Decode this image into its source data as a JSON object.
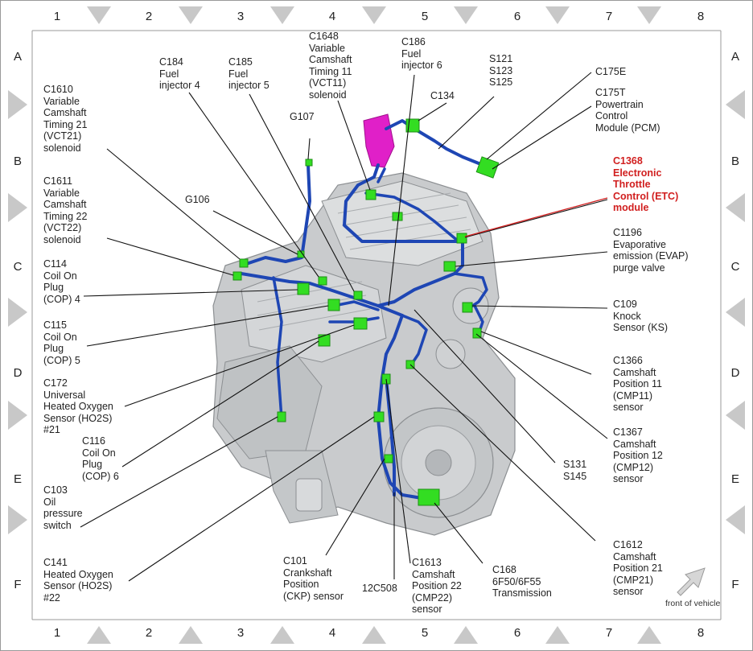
{
  "grid": {
    "columns": [
      "1",
      "2",
      "3",
      "4",
      "5",
      "6",
      "7",
      "8"
    ],
    "rows": [
      "A",
      "B",
      "C",
      "D",
      "E",
      "F"
    ]
  },
  "labels": {
    "c1648": "C1648\nVariable\nCamshaft\nTiming 11\n(VCT11)\nsolenoid",
    "c186": "C186\nFuel\ninjector 6",
    "s121": "S121\nS123\nS125",
    "c134": "C134",
    "c175e": "C175E",
    "c175t": "C175T\nPowertrain\nControl\nModule (PCM)",
    "c184": "C184\nFuel\ninjector 4",
    "c185": "C185\nFuel\ninjector 5",
    "c1610": "C1610\nVariable\nCamshaft\nTiming 21\n(VCT21)\nsolenoid",
    "g107": "G107",
    "c1368": "C1368\nElectronic\nThrottle\nControl (ETC)\nmodule",
    "g106": "G106",
    "c1611": "C1611\nVariable\nCamshaft\nTiming 22\n(VCT22)\nsolenoid",
    "c1196": "C1196\nEvaporative\nemission (EVAP)\npurge valve",
    "c114": "C114\nCoil On\nPlug\n(COP) 4",
    "c109": "C109\nKnock\nSensor (KS)",
    "c115": "C115\nCoil On\nPlug\n(COP) 5",
    "c1366": "C1366\nCamshaft\nPosition 11\n(CMP11)\nsensor",
    "c172": "C172\nUniversal\nHeated Oxygen\nSensor (HO2S)\n#21",
    "c1367": "C1367\nCamshaft\nPosition 12\n(CMP12)\nsensor",
    "c116": "C116\nCoil On\nPlug\n(COP) 6",
    "s131": "S131\nS145",
    "c103": "C103\nOil\npressure\nswitch",
    "c1612": "C1612\nCamshaft\nPosition 21\n(CMP21)\nsensor",
    "c141": "C141\nHeated Oxygen\nSensor (HO2S)\n#22",
    "c101": "C101\nCrankshaft\nPosition\n(CKP) sensor",
    "c12c508": "12C508",
    "c1613": "C1613\nCamshaft\nPosition 22\n(CMP22)\nsensor",
    "c168": "C168\n6F50/6F55\nTransmission"
  },
  "front_of_vehicle": "front of vehicle",
  "colors": {
    "harness": "#1e46b4",
    "connector": "#33dd22",
    "pcm": "#e020c8",
    "highlight": "#d11f1f",
    "engine": "#b9bcbf"
  }
}
